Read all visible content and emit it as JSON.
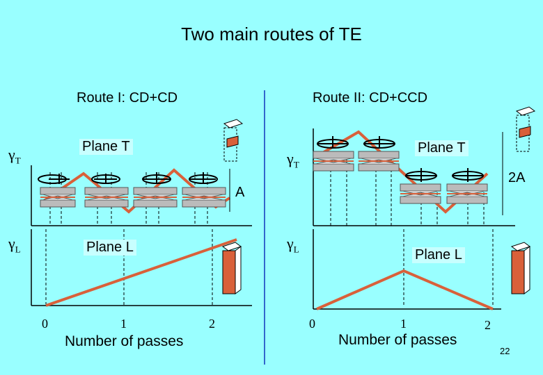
{
  "title": "Two main routes of TE",
  "routes": [
    {
      "heading": "Route I: CD+CD",
      "gamma_t": "γ",
      "gamma_t_sub": "T",
      "gamma_l": "γ",
      "gamma_l_sub": "L",
      "plane_t": "Plane T",
      "plane_l": "Plane L",
      "dimension": "A",
      "ticks": [
        "0",
        "1",
        "2"
      ],
      "xlabel": "Number of passes"
    },
    {
      "heading": "Route II: CD+CCD",
      "gamma_t": "γ",
      "gamma_t_sub": "T",
      "gamma_l": "γ",
      "gamma_l_sub": "L",
      "plane_t": "Plane T",
      "plane_l": "Plane L",
      "dimension": "2A",
      "ticks": [
        "0",
        "1",
        "2"
      ],
      "xlabel": "Number of passes"
    }
  ],
  "page_number": "22",
  "colors": {
    "background": "#99ffff",
    "strain_path": "#d9603a",
    "axis": "#000000",
    "divider": "#3366cc"
  }
}
